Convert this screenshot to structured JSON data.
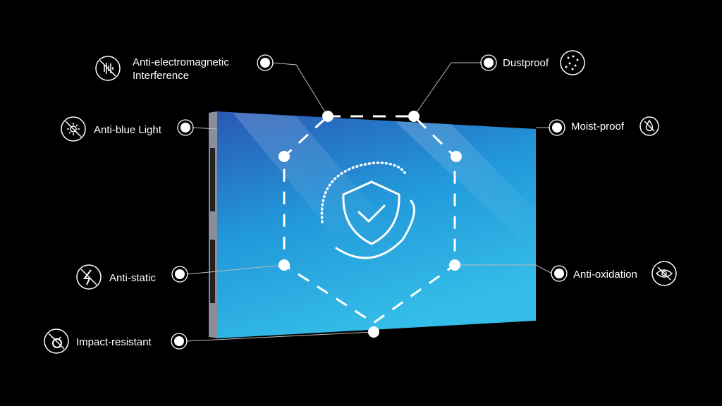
{
  "features": {
    "emi": {
      "line1": "Anti-electromagnetic",
      "line2": "Interference",
      "icon": "no-wave-icon"
    },
    "dust": {
      "label": "Dustproof",
      "icon": "dust-icon"
    },
    "blue": {
      "label": "Anti-blue Light",
      "icon": "no-light-icon"
    },
    "moist": {
      "label": "Moist-proof",
      "icon": "no-drop-icon"
    },
    "static": {
      "label": "Anti-static",
      "icon": "lightning-icon"
    },
    "oxid": {
      "label": "Anti-oxidation",
      "icon": "no-eye-icon"
    },
    "impact": {
      "label": "Impact-resistant",
      "icon": "impact-icon"
    }
  },
  "colors": {
    "background": "#000000",
    "panel_top": "#2a5fb8",
    "panel_bottom": "#2fb8e6",
    "line": "#ffffff"
  }
}
